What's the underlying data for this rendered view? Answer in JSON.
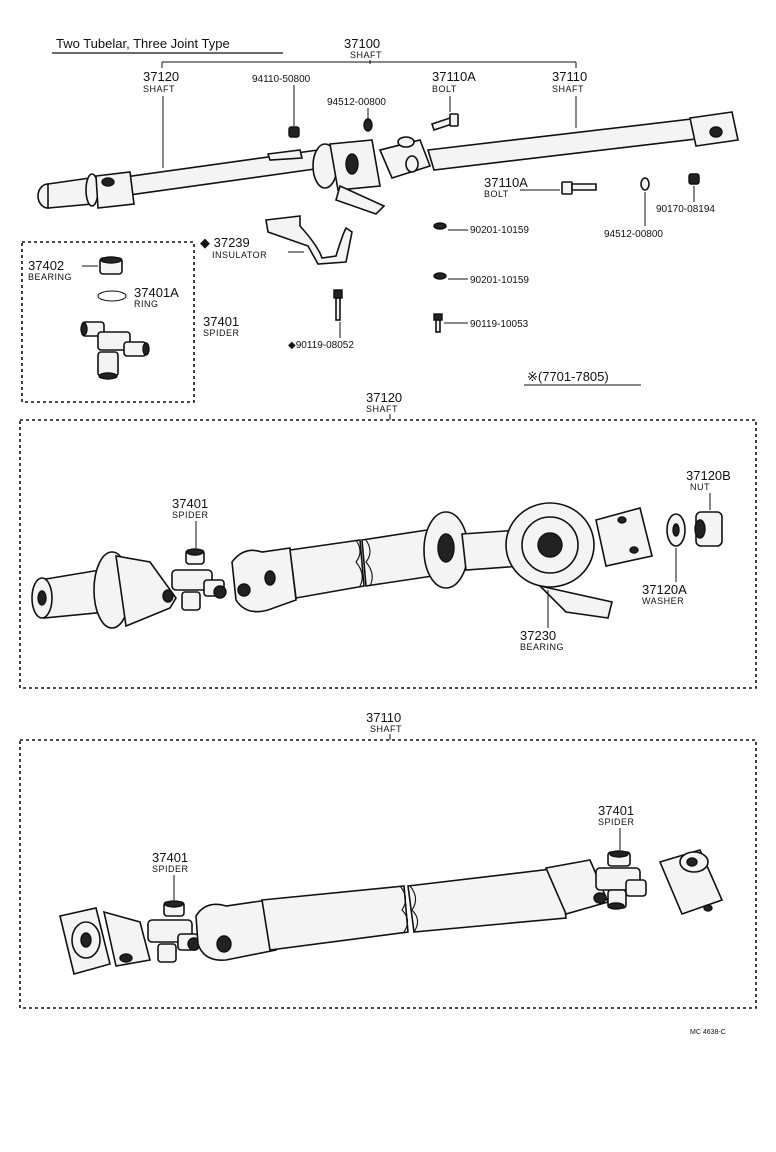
{
  "title": "Two Tubelar, Three Joint Type",
  "date_range": "※(7701-7805)",
  "figure_code": "MC 4638-C",
  "top": {
    "shaft_37100": {
      "num": "37100",
      "name": "SHAFT"
    },
    "shaft_37120": {
      "num": "37120",
      "name": "SHAFT"
    },
    "shaft_37110": {
      "num": "37110",
      "name": "SHAFT"
    },
    "bolt_37110A_a": {
      "num": "37110A",
      "name": "BOLT"
    },
    "bolt_37110A_b": {
      "num": "37110A",
      "name": "BOLT"
    },
    "nut_94110": "94110-50800",
    "washer_94512_a": "94512-00800",
    "washer_94512_b": "94512-00800",
    "nut_90170": "90170-08194",
    "washer_90201_a": "90201-10159",
    "washer_90201_b": "90201-10159",
    "bolt_90119_a": "90119-10053",
    "bolt_90119_b": "◆90119-08052",
    "insulator": {
      "num": "◆ 37239",
      "name": "INSULATOR"
    }
  },
  "inset": {
    "bearing": {
      "num": "37402",
      "name": "BEARING"
    },
    "ring": {
      "num": "37401A",
      "name": "RING"
    },
    "spider": {
      "num": "37401",
      "name": "SPIDER"
    }
  },
  "middle": {
    "shaft": {
      "num": "37120",
      "name": "SHAFT"
    },
    "spider": {
      "num": "37401",
      "name": "SPIDER"
    },
    "nut": {
      "num": "37120B",
      "name": "NUT"
    },
    "washer": {
      "num": "37120A",
      "name": "WASHER"
    },
    "bearing": {
      "num": "37230",
      "name": "BEARING"
    }
  },
  "bottom": {
    "shaft": {
      "num": "37110",
      "name": "SHAFT"
    },
    "spider_left": {
      "num": "37401",
      "name": "SPIDER"
    },
    "spider_right": {
      "num": "37401",
      "name": "SPIDER"
    }
  }
}
